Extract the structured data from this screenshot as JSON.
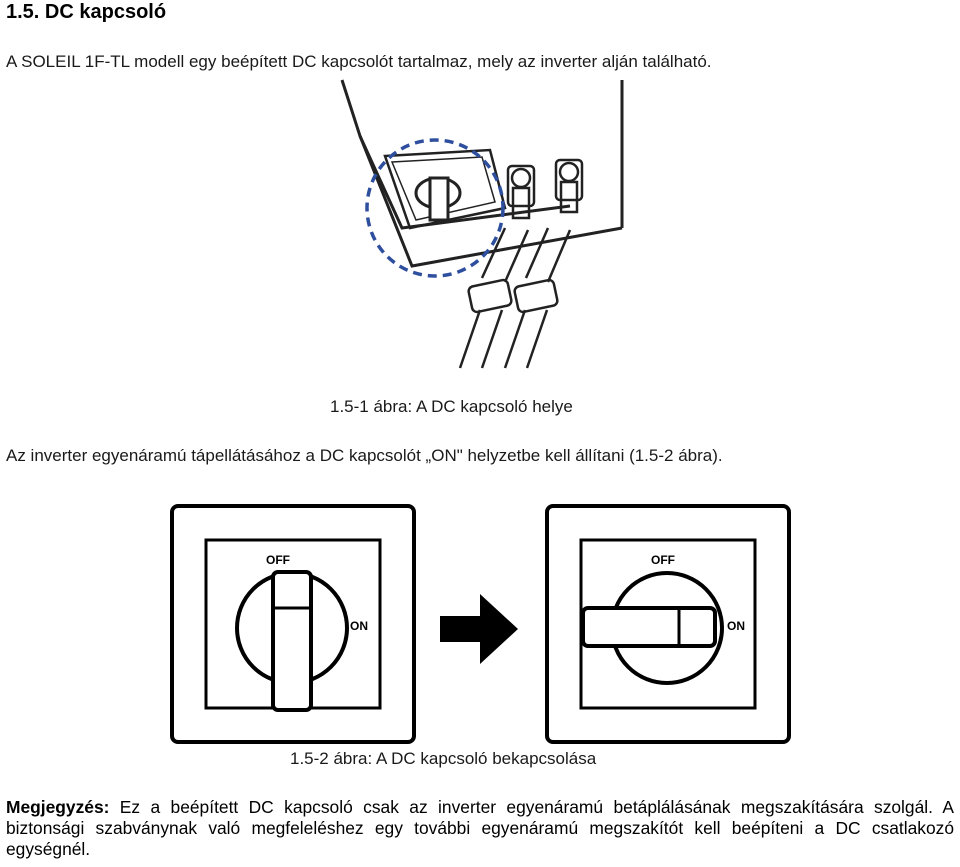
{
  "section": {
    "title": "1.5. DC kapcsoló"
  },
  "intro": {
    "text": "A SOLEIL 1F-TL modell egy beépített DC kapcsolót tartalmaz, mely az inverter alján található."
  },
  "figure1": {
    "caption": "1.5-1 ábra: A DC kapcsoló helye"
  },
  "instruction": {
    "text": "Az inverter egyenáramú tápellátásához a DC kapcsolót „ON\" helyzetbe kell állítani (1.5-2 ábra)."
  },
  "figure2": {
    "caption": "1.5-2 ábra: A DC kapcsoló bekapcsolása",
    "left_switch": {
      "off_label": "OFF",
      "on_label": "ON"
    },
    "right_switch": {
      "off_label": "OFF",
      "on_label": "ON"
    }
  },
  "note": {
    "label": "Megjegyzés:",
    "text": " Ez a beépített DC kapcsoló csak az inverter egyenáramú betáplálásának megszakítására szolgál. A biztonsági szabványnak való megfeleléshez egy további egyenáramú megszakítót kell beépíteni a DC csatlakozó egységnél."
  }
}
